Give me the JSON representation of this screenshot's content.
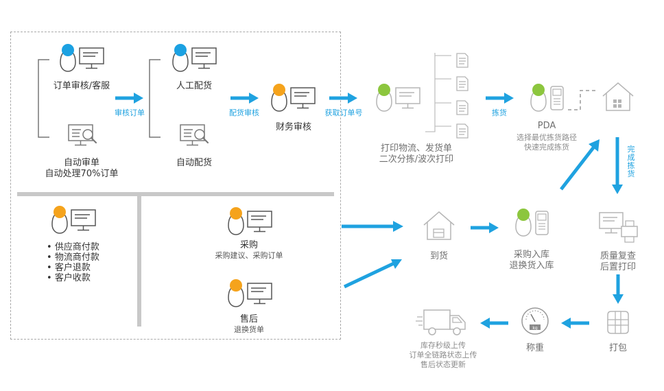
{
  "colors": {
    "arrow": "#1fa2e0",
    "person_blue": "#1ba1e2",
    "person_orange": "#f5a31c",
    "person_green": "#8cc63e",
    "outline_dark": "#555555",
    "outline_light": "#b5b5b5"
  },
  "left_panel": {
    "order_review": "订单审核/客服",
    "auto_review_line1": "自动审单",
    "auto_review_line2": "自动处理70%订单",
    "manual_allocation": "人工配货",
    "auto_allocation": "自动配货",
    "finance_review": "财务审核",
    "arrow_order_review": "审核订单",
    "arrow_allocation_review": "配货审核",
    "arrow_get_tracking": "获取订单号",
    "payments": [
      "供应商付款",
      "物流商付款",
      "客户退款",
      "客户收款"
    ],
    "purchase_title": "采购",
    "purchase_sub": "采购建议、采购订单",
    "aftersales_title": "售后",
    "aftersales_sub": "退换货单"
  },
  "right_panel": {
    "print_line1": "打印物流、发货单",
    "print_line2": "二次分拣/波次打印",
    "arrow_picking": "拣货",
    "pda_title": "PDA",
    "pda_sub1": "选择最优拣货路径",
    "pda_sub2": "快速完成拣货",
    "arrow_complete_picking": "完成拣货",
    "arrival": "到货",
    "inbound_line1": "采购入库",
    "inbound_line2": "退换货入库",
    "qc_line1": "质量复查",
    "qc_line2": "后置打印",
    "packing": "打包",
    "weighing": "称重",
    "weighing_scale_unit": "kg",
    "shipping_line1": "库存秒级上传",
    "shipping_line2": "订单全链路状态上传",
    "shipping_line3": "售后状态更新"
  }
}
